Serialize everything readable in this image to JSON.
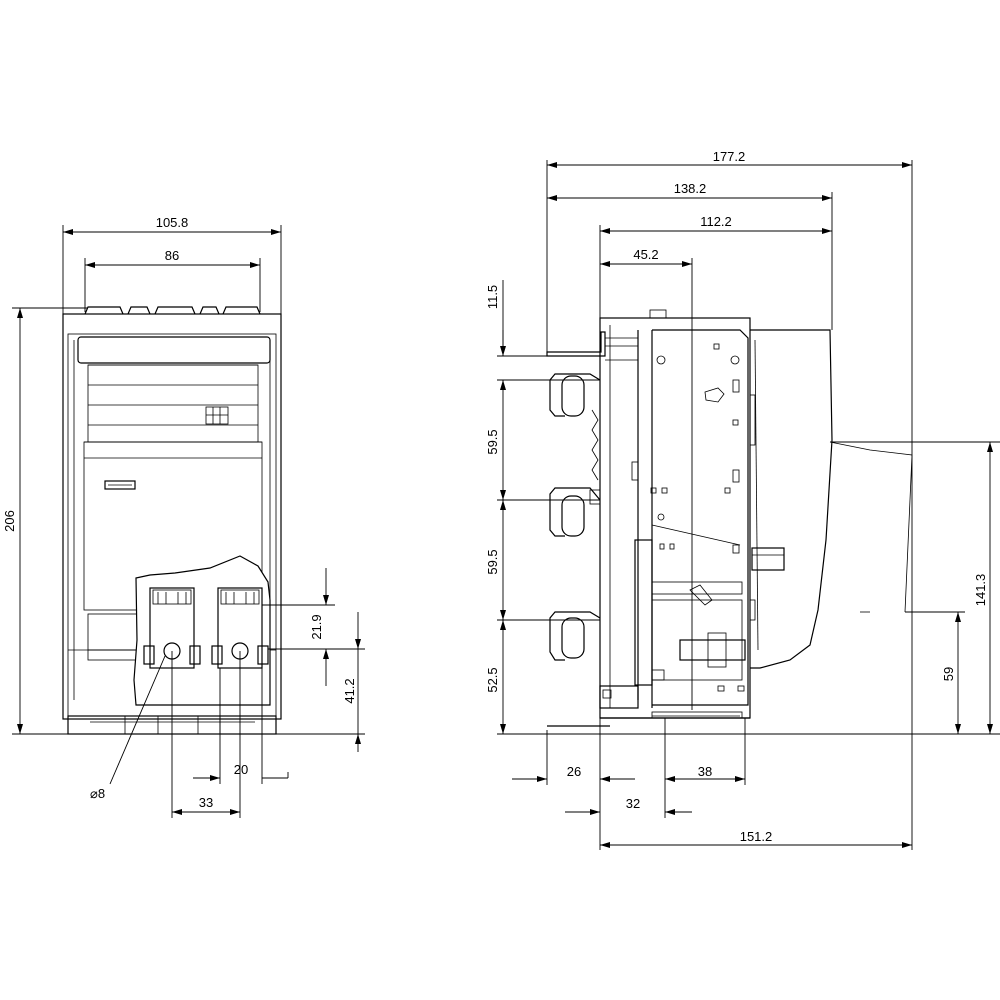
{
  "front_view": {
    "width_overall": "105.8",
    "width_inner": "86",
    "height": "206",
    "terminal_height": "21.9",
    "terminal_offset": "41.2",
    "hole_diameter": "⌀8",
    "terminal_pitch": "33",
    "terminal_width": "20"
  },
  "side_view": {
    "depth_overall": "177.2",
    "depth_2": "138.2",
    "depth_3": "112.2",
    "depth_4": "45.2",
    "top_offset": "11.5",
    "spacing_upper": "59.5",
    "spacing_middle": "59.5",
    "bottom_offset": "52.5",
    "handle_height": "141.3",
    "handle_low": "59",
    "dim_26": "26",
    "dim_38": "38",
    "dim_32": "32",
    "depth_bottom": "151.2"
  }
}
